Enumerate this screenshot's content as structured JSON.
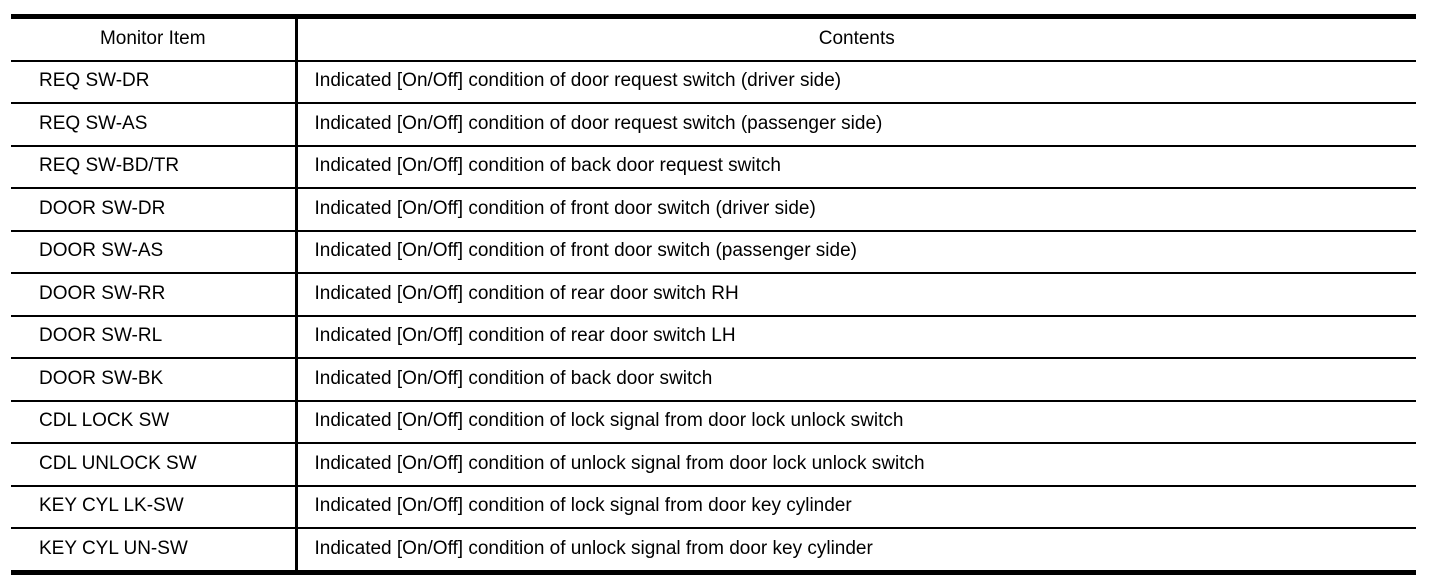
{
  "page": {
    "background_color": "#ffffff",
    "text_color": "#000000",
    "border_color": "#000000"
  },
  "table": {
    "headers": {
      "monitor_item": "Monitor Item",
      "contents": "Contents"
    },
    "rows": [
      {
        "item": "REQ SW-DR",
        "contents": "Indicated [On/Off] condition of door request switch (driver side)"
      },
      {
        "item": "REQ SW-AS",
        "contents": "Indicated [On/Off] condition of door request switch (passenger side)"
      },
      {
        "item": "REQ SW-BD/TR",
        "contents": "Indicated [On/Off] condition of back door request switch"
      },
      {
        "item": "DOOR SW-DR",
        "contents": "Indicated [On/Off] condition of front door switch (driver side)"
      },
      {
        "item": "DOOR SW-AS",
        "contents": "Indicated [On/Off] condition of front door switch (passenger side)"
      },
      {
        "item": "DOOR SW-RR",
        "contents": "Indicated [On/Off] condition of rear door switch RH"
      },
      {
        "item": "DOOR SW-RL",
        "contents": "Indicated [On/Off] condition of rear door switch LH"
      },
      {
        "item": "DOOR SW-BK",
        "contents": "Indicated [On/Off] condition of back door switch"
      },
      {
        "item": "CDL LOCK SW",
        "contents": "Indicated [On/Off] condition of lock signal from door lock unlock switch"
      },
      {
        "item": "CDL UNLOCK SW",
        "contents": "Indicated [On/Off] condition of unlock signal from door lock unlock switch"
      },
      {
        "item": "KEY CYL LK-SW",
        "contents": "Indicated [On/Off] condition of lock signal from door key cylinder"
      },
      {
        "item": "KEY CYL UN-SW",
        "contents": "Indicated [On/Off] condition of unlock signal from door key cylinder"
      }
    ]
  }
}
